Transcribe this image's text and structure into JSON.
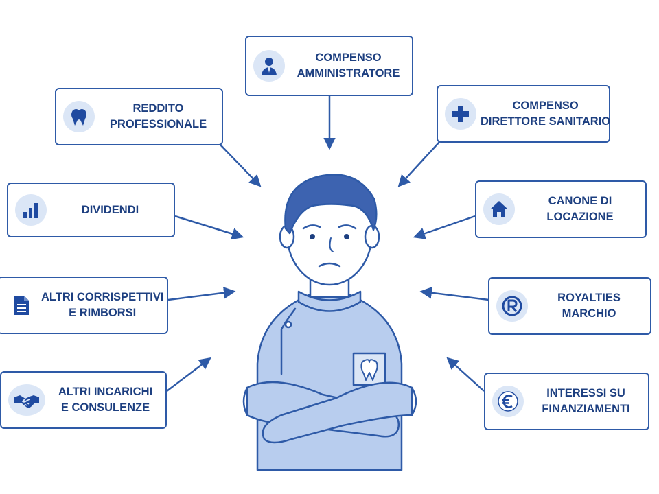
{
  "items": [
    {
      "id": "compenso-amministratore",
      "line1": "COMPENSO",
      "line2": "AMMINISTRATORE",
      "icon": "businessman-icon"
    },
    {
      "id": "reddito-professionale",
      "line1": "REDDITO",
      "line2": "PROFESSIONALE",
      "icon": "tooth-icon"
    },
    {
      "id": "compenso-direttore-sanitario",
      "line1": "COMPENSO",
      "line2": "DIRETTORE SANITARIO",
      "icon": "medical-cross-icon"
    },
    {
      "id": "dividendi",
      "line1": "DIVIDENDI",
      "line2": "",
      "icon": "bar-chart-icon"
    },
    {
      "id": "canone-di-locazione",
      "line1": "CANONE DI",
      "line2": "LOCAZIONE",
      "icon": "house-icon"
    },
    {
      "id": "altri-corrispettivi",
      "line1": "ALTRI CORRISPETTIVI",
      "line2": "E RIMBORSI",
      "icon": "document-icon"
    },
    {
      "id": "royalties-marchio",
      "line1": "ROYALTIES",
      "line2": "MARCHIO",
      "icon": "registered-trademark-icon"
    },
    {
      "id": "altri-incarichi",
      "line1": "ALTRI INCARICHI",
      "line2": "E CONSULENZE",
      "icon": "handshake-icon"
    },
    {
      "id": "interessi-finanziamenti",
      "line1": "INTERESSI SU",
      "line2": "FINANZIAMENTI",
      "icon": "euro-icon"
    }
  ],
  "colors": {
    "stroke": "#2e5aa7",
    "text": "#1d3f80",
    "icon": "#1f4aa0",
    "icon_bg": "#dbe6f6",
    "uniform": "#b8cdee",
    "skin": "#ffffff",
    "hair": "#3d63b0"
  }
}
